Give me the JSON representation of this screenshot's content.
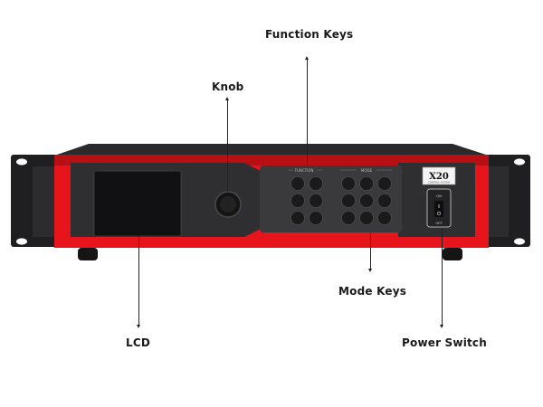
{
  "callouts": {
    "function_keys": "Function Keys",
    "knob": "Knob",
    "lcd": "LCD",
    "mode_keys": "Mode Keys",
    "power_switch": "Power Switch"
  },
  "device": {
    "model": "X20",
    "sublabel": "CONTROL SYSTEM",
    "function_header": "FUNCTION",
    "mode_header": "MODE",
    "switch_on": "ON",
    "switch_off": "OFF",
    "colors": {
      "body": "#2b2b2d",
      "accent": "#e8141c",
      "panel": "#3a3a3c"
    }
  }
}
